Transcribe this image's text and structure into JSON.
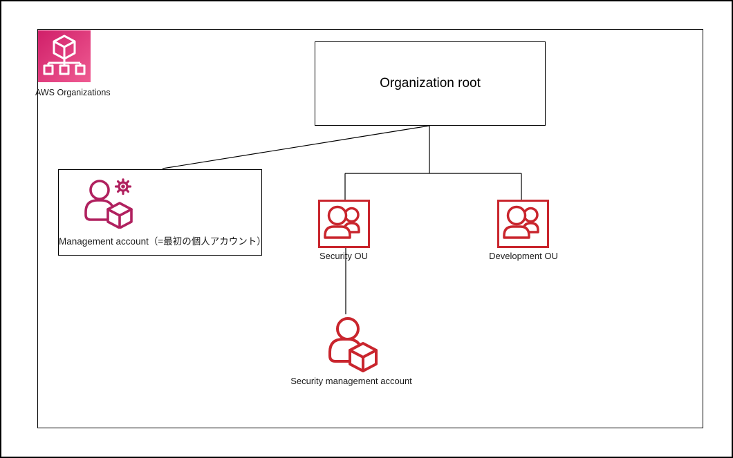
{
  "canvas": {
    "provider_label": "AWS Organizations"
  },
  "nodes": {
    "organization_root": {
      "label": "Organization root"
    },
    "management_account": {
      "label": "Management account（=最初の個人アカウント）"
    },
    "security_ou": {
      "label": "Security OU"
    },
    "development_ou": {
      "label": "Development OU"
    },
    "security_management_account": {
      "label": "Security management account"
    }
  },
  "icons": {
    "aws_organizations": "aws-organizations-icon",
    "management_account": "user-with-gear-and-cube-icon",
    "organizational_unit": "two-users-icon",
    "security_management_account": "user-with-cube-icon"
  },
  "colors": {
    "ou_red": "#c9252d",
    "account_magenta": "#b0215f",
    "org_icon_gradient_start": "#d01f69",
    "org_icon_gradient_end": "#ef5b92",
    "org_icon_glyph": "#ffffff",
    "connector": "#000000",
    "label_text": "#1a1a1a"
  }
}
